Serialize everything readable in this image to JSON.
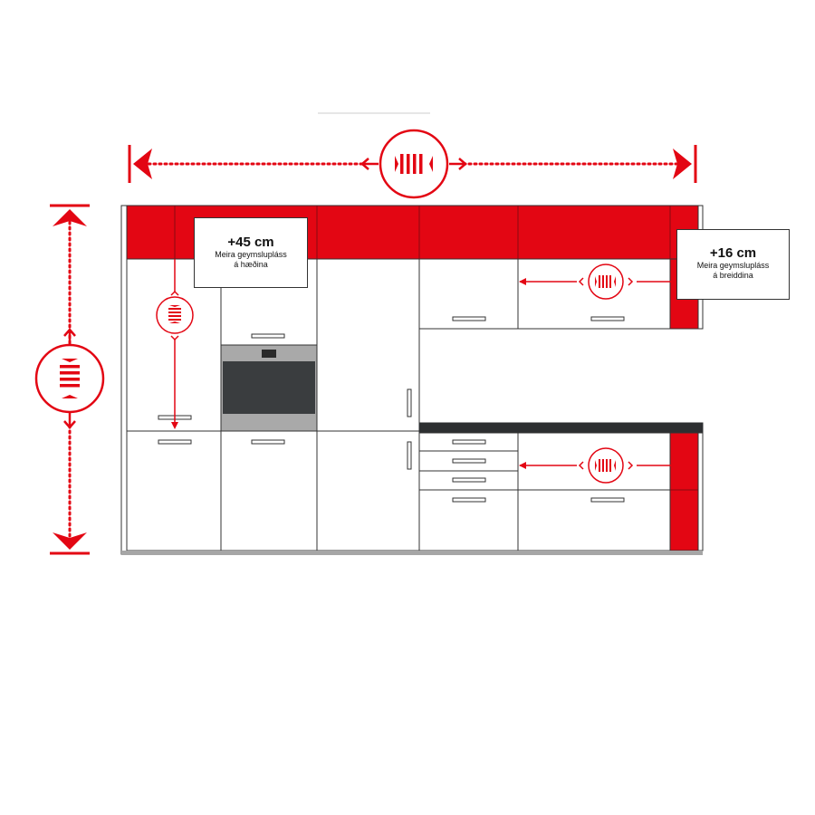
{
  "callouts": {
    "height": {
      "value": "+45 cm",
      "line1": "Meira geymslupláss",
      "line2": "á hæðina"
    },
    "width": {
      "value": "+16 cm",
      "line1": "Meira geymslupláss",
      "line2": "á breiddina"
    }
  },
  "colors": {
    "accent": "#e30613",
    "outline": "#333333",
    "appliance": "#3a3d3f",
    "appliance_frame": "#a9a9a9",
    "countertop": "#2d2f31",
    "floor": "#a6a6a6"
  },
  "icons": [
    "horizontal-dimension-arrow-icon",
    "vertical-dimension-arrow-icon",
    "extension-icon",
    "compress-icon"
  ]
}
